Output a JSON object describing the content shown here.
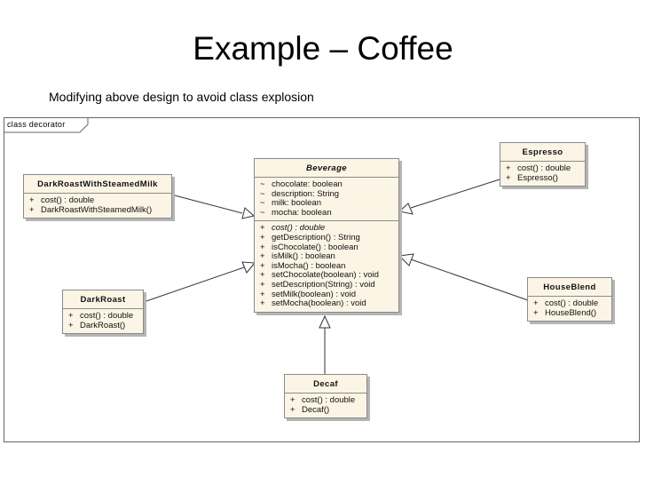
{
  "title": "Example – Coffee",
  "subtitle": "Modifying above design to avoid class explosion",
  "frame_label": "class decorator",
  "classes": {
    "beverage": {
      "name": "Beverage",
      "attributes": [
        {
          "vis": "~",
          "text": "chocolate:  boolean"
        },
        {
          "vis": "~",
          "text": "description:  String"
        },
        {
          "vis": "~",
          "text": "milk:  boolean"
        },
        {
          "vis": "~",
          "text": "mocha:  boolean"
        }
      ],
      "operations": [
        {
          "vis": "+",
          "text": "cost() : double"
        },
        {
          "vis": "+",
          "text": "getDescription() : String"
        },
        {
          "vis": "+",
          "text": "isChocolate() : boolean"
        },
        {
          "vis": "+",
          "text": "isMilk() : boolean"
        },
        {
          "vis": "+",
          "text": "isMocha() : boolean"
        },
        {
          "vis": "+",
          "text": "setChocolate(boolean) : void"
        },
        {
          "vis": "+",
          "text": "setDescription(String) : void"
        },
        {
          "vis": "+",
          "text": "setMilk(boolean) : void"
        },
        {
          "vis": "+",
          "text": "setMocha(boolean) : void"
        }
      ]
    },
    "darkroast_steamed": {
      "name": "DarkRoastWithSteamedMilk",
      "operations": [
        {
          "vis": "+",
          "text": "cost() : double"
        },
        {
          "vis": "+",
          "text": "DarkRoastWithSteamedMilk()"
        }
      ]
    },
    "darkroast": {
      "name": "DarkRoast",
      "operations": [
        {
          "vis": "+",
          "text": "cost() : double"
        },
        {
          "vis": "+",
          "text": "DarkRoast()"
        }
      ]
    },
    "espresso": {
      "name": "Espresso",
      "operations": [
        {
          "vis": "+",
          "text": "cost() : double"
        },
        {
          "vis": "+",
          "text": "Espresso()"
        }
      ]
    },
    "houseblend": {
      "name": "HouseBlend",
      "operations": [
        {
          "vis": "+",
          "text": "cost() : double"
        },
        {
          "vis": "+",
          "text": "HouseBlend()"
        }
      ]
    },
    "decaf": {
      "name": "Decaf",
      "operations": [
        {
          "vis": "+",
          "text": "cost() : double"
        },
        {
          "vis": "+",
          "text": "Decaf()"
        }
      ]
    }
  }
}
